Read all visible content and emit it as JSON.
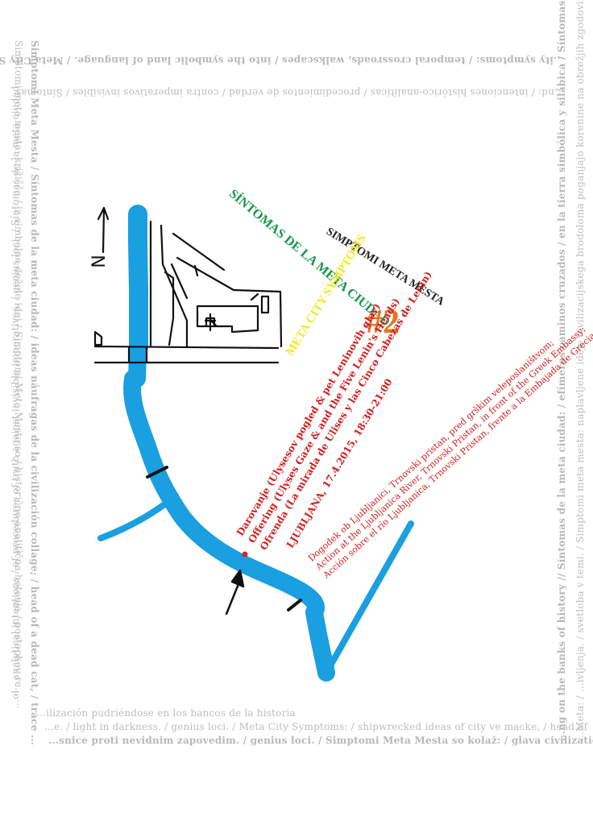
{
  "titles": {
    "spanish": "SÍNTOMAS DE LA META CIUDAD",
    "slovene": "SIMPTOMI META MESTA",
    "english": "META CITY SYMPTOMS",
    "number": "#2"
  },
  "event": {
    "titles": [
      "Darovanje (Ulysesov pogled & pet Leninovih glav)",
      "Offering (Ulyses Gaze & and the Five Lenin's Heads)",
      "Ofrenda (La mirada de Ulises y las Cinco Cabezas de Lenin)"
    ],
    "date": "LJUBLJANA, 17.4.2015, 18:30-21:00",
    "locations": [
      "Dogodek ob Ljubljanici, Trnovski pristan, pred grškim veleposlaništvom;",
      "Action at the Ljubljanica River, Trnovski Pristan, in front of the Greek Embassy;",
      "Acción sobre el río Ljubljanica, Trnovski Pristan, frente a la Embajada de Grecia."
    ]
  },
  "border": {
    "top1": "...ity symptoms: / temporal crossroads, walkscapes / into the symbolic land of language. / Meta City Symptoms:",
    "top2": "...nd: / intenciones histórico-analíticas / procedimientos de verdad / contra imperativos invisibles / Síntomas",
    "right1": "...Meta: / ...ivljenja. / svetloba v temi. / Simptomi meta mesta: naplavljene ideje civilizacijskega brodoloma poganjajo korenine na obrežjih zgodovine / Meta",
    "right2": "...ng on the banks of history // Síntomas de la meta ciudad: / efímeros caminos cruzados / en la tierra simbólica y silábica / Síntomas de la meta ciud",
    "bottom1": "...ilización pudriéndose en los bancos de la historia",
    "bottom2": "...e. / light in darkness. / genius loci. / Meta City Symptoms: / shipwrecked ideas of city ve macke, / head of",
    "bottom3": "...snice proti nevidnim zapovedim. / genius loci. / Simptomi Meta Mesta so kolaž: / glava civilization root",
    "left1": "Simptomi Meta Mesta / Síntomas de la meta ciudad: / ideas náufragas de la civilización collage; / head of a dead cat, / trace ...",
    "left2": "Simptomi meta mesta: križišča / iz simbolne dežele idej / Simptomi Meta Mesta so / historično-analitična hotenja / postopkov re...",
    "left3": "...ol - analytical intentions / of procedures of truth against invisible imperatives. / genius loci. / Síntomas de la meta ciudad"
  },
  "map": {
    "north_label": "N"
  },
  "colors": {
    "river": "#1a9fe0",
    "spanish_title": "#14964a",
    "slovene_title": "#222222",
    "english_title": "#f2ea1c",
    "number": "#e8741c",
    "event_text": "#d32020",
    "border_text": "#b8b8b8"
  }
}
